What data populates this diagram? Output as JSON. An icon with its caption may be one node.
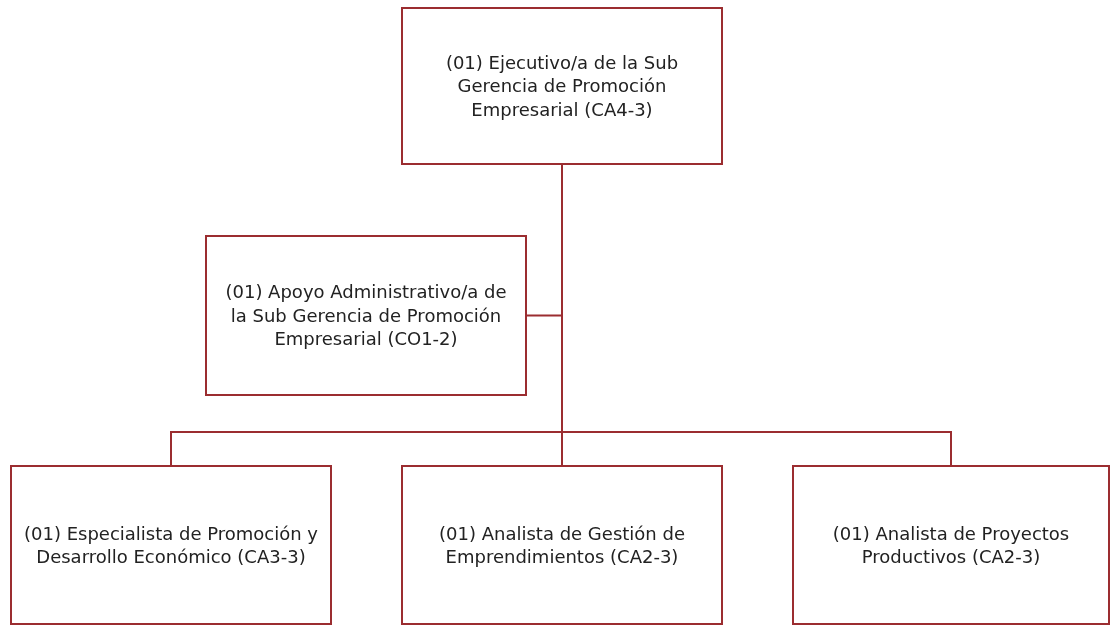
{
  "diagram": {
    "nodes": [
      {
        "text": [
          "(01) Ejecutivo/a de la Sub Gerencia de Promoción Empresarial (CA4-3)"
        ]
      },
      {
        "text": [
          "(01) Apoyo Administrativo/a de la Sub Gerencia de Promoción Empresarial (CO1-2)"
        ]
      },
      {
        "text": [
          "(01) Especialista de Promoción y Desarrollo Económico (CA3-3)"
        ]
      },
      {
        "text": [
          "(01) Analista de Gestión de Emprendimientos (CA2-3)"
        ]
      },
      {
        "text": [
          "(01) Analista de Proyectos Productivos (CA2-3)"
        ]
      }
    ],
    "edges": [
      {
        "from": 0,
        "to": 1,
        "arrow": "none"
      },
      {
        "from": 0,
        "to": 2,
        "arrow": "none"
      },
      {
        "from": 0,
        "to": 3,
        "arrow": "none"
      },
      {
        "from": 0,
        "to": 4,
        "arrow": "none"
      }
    ]
  }
}
